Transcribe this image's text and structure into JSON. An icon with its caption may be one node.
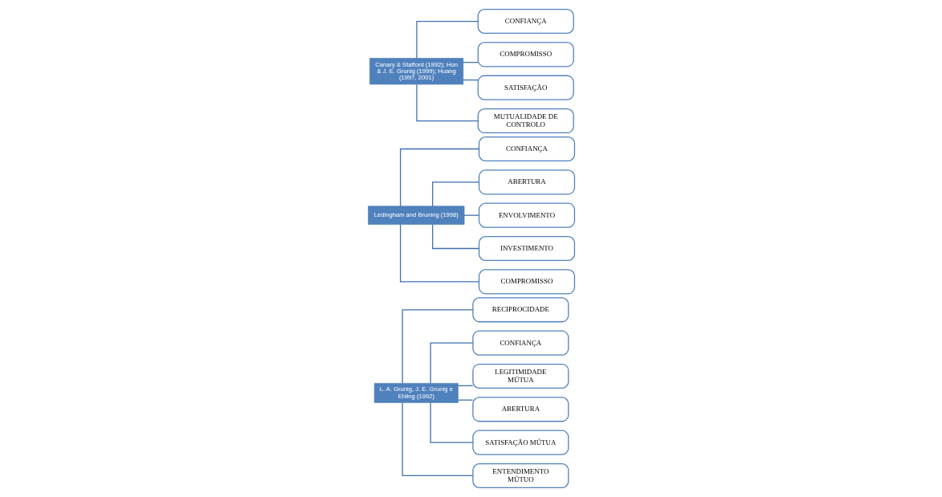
{
  "diagram": {
    "nodes": [
      {
        "text": [
          "L. A. Grunig, J. E. Grunig e Ehling (1992)"
        ]
      },
      {
        "text": [
          "RECIPROCIDADE"
        ]
      },
      {
        "text": [
          "CONFIANÇA"
        ]
      },
      {
        "text": [
          "LEGITIMIDADE MÚTUA"
        ]
      },
      {
        "text": [
          "ABERTURA"
        ]
      },
      {
        "text": [
          "SATISFAÇÃO MÚTUA"
        ]
      },
      {
        "text": [
          "ENTENDIMENTO MÚTUO"
        ]
      },
      {
        "text": [
          "Ledingham and Bruning (1998)"
        ]
      },
      {
        "text": [
          "CONFIANÇA"
        ]
      },
      {
        "text": [
          "ABERTURA"
        ]
      },
      {
        "text": [
          "ENVOLVIMENTO"
        ]
      },
      {
        "text": [
          "INVESTIMENTO"
        ]
      },
      {
        "text": [
          "COMPROMISSO"
        ]
      },
      {
        "text": [
          "Canary & Stafford (1992); Hon & J. E. Grunig (1999); Huang (1997, 2001)"
        ]
      },
      {
        "text": [
          "CONFIANÇA"
        ]
      },
      {
        "text": [
          "COMPROMISSO"
        ]
      },
      {
        "text": [
          "SATISFAÇÃO"
        ]
      },
      {
        "text": [
          "MUTUALIDADE DE CONTROLO"
        ]
      }
    ],
    "edges": [
      {
        "from": 0,
        "to": 1,
        "arrow": "none"
      },
      {
        "from": 0,
        "to": 2,
        "arrow": "none"
      },
      {
        "from": 0,
        "to": 3,
        "arrow": "none"
      },
      {
        "from": 0,
        "to": 4,
        "arrow": "none"
      },
      {
        "from": 0,
        "to": 5,
        "arrow": "none"
      },
      {
        "from": 0,
        "to": 6,
        "arrow": "none"
      },
      {
        "from": 7,
        "to": 8,
        "arrow": "none"
      },
      {
        "from": 7,
        "to": 9,
        "arrow": "none"
      },
      {
        "from": 7,
        "to": 10,
        "arrow": "none"
      },
      {
        "from": 7,
        "to": 11,
        "arrow": "none"
      },
      {
        "from": 7,
        "to": 12,
        "arrow": "none"
      },
      {
        "from": 13,
        "to": 14,
        "arrow": "none"
      },
      {
        "from": 13,
        "to": 15,
        "arrow": "none"
      },
      {
        "from": 13,
        "to": 16,
        "arrow": "none"
      },
      {
        "from": 13,
        "to": 17,
        "arrow": "none"
      }
    ]
  }
}
